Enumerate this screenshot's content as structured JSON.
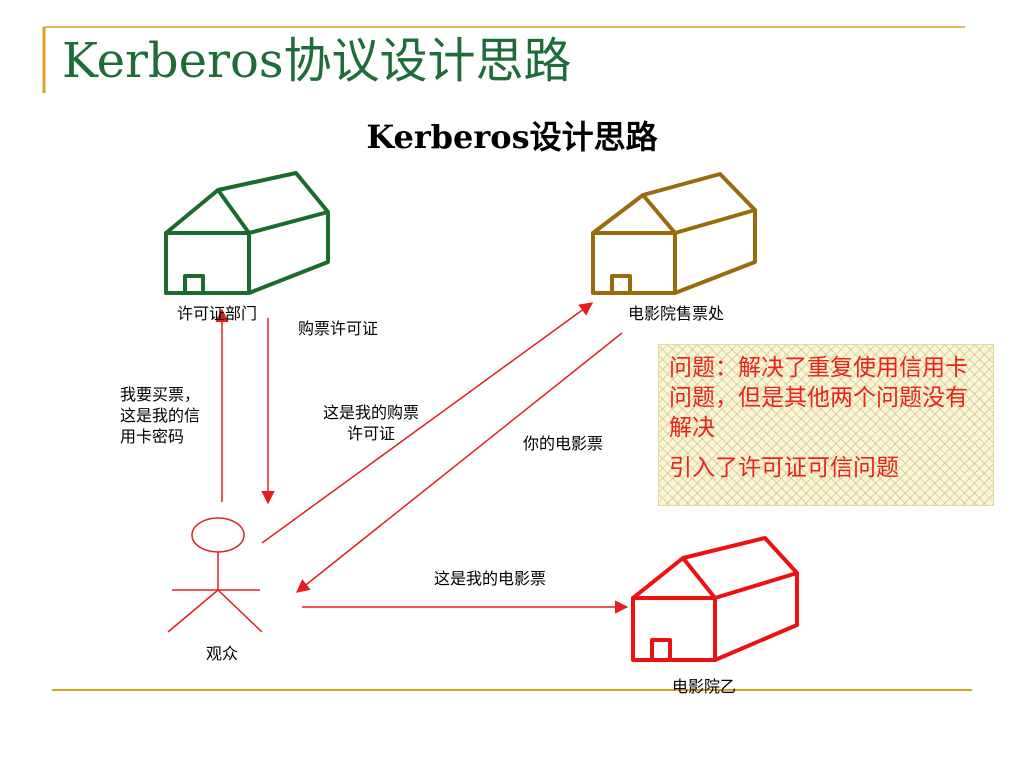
{
  "slide": {
    "title": "Kerberos协议设计思路",
    "subtitle": "Kerberos设计思路"
  },
  "nodes": {
    "license_office": "许可证部门",
    "box_office": "电影院售票处",
    "cinema_b": "电影院乙",
    "viewer": "观众"
  },
  "edges": {
    "request_line1": "我要买票，",
    "request_line2": "这是我的信",
    "request_line3": "用卡密码",
    "purchase_license": "购票许可证",
    "present_license_line1": "这是我的购票",
    "present_license_line2": "许可证",
    "your_ticket": "你的电影票",
    "present_ticket": "这是我的电影票"
  },
  "note": {
    "problem": "问题：解决了重复使用信用卡问题，但是其他两个问题没有解决",
    "introduced": "引入了许可证可信问题"
  },
  "colors": {
    "title": "#1f6b3a",
    "rule": "#d9a520",
    "license_office_house": "#1b6b2f",
    "box_office_house": "#9a6b0c",
    "cinema_house": "#ee1111",
    "arrows": "#e02020",
    "note_text": "#e8231c"
  }
}
